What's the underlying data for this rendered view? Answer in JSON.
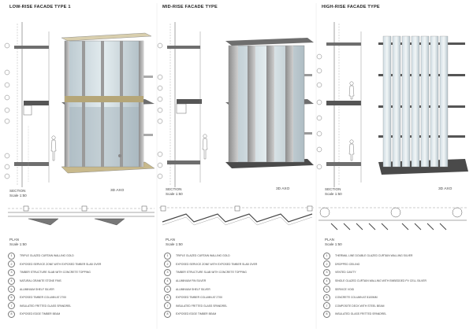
{
  "columns": [
    {
      "title": "LOW-RISE FACADE TYPE 1",
      "section_label": "SECTION",
      "section_scale": "Scale 1:50",
      "axo_label": "3D AXO",
      "plan_label": "PLAN",
      "plan_scale": "Scale 1:50",
      "legend": [
        {
          "n": "1",
          "text": "TRIPLE GLAZED CURTAIN WALLING GOLD"
        },
        {
          "n": "2",
          "text": "EXPOSED SERVICE ZONE WITH EXPOSED TIMBER SLAB OVER"
        },
        {
          "n": "3",
          "text": "TIMBER STRUCTURE SLAB WITH CONCRETE TOPPING"
        },
        {
          "n": "4",
          "text": "NATURAL GRANITE STONE FINS"
        },
        {
          "n": "5",
          "text": "ALUMINIUM SHELF SILVER"
        },
        {
          "n": "6",
          "text": "EXPOSED TIMBER COLUMN AT 2700"
        },
        {
          "n": "7",
          "text": "INSULATED FRITTED GLASS SPANDREL"
        },
        {
          "n": "8",
          "text": "EXPOSED EDGE TIMBER BEAM"
        }
      ]
    },
    {
      "title": "MID-RISE FACADE TYPE",
      "section_label": "SECTION",
      "section_scale": "Scale 1:50",
      "axo_label": "3D AXO",
      "plan_label": "PLAN",
      "plan_scale": "Scale 1:50",
      "legend": [
        {
          "n": "1",
          "text": "TRIPLE GLAZED CURTAIN WALLING GOLD"
        },
        {
          "n": "2",
          "text": "EXPOSED SERVICE ZONE WITH EXPOSED TIMBER SLAB OVER"
        },
        {
          "n": "3",
          "text": "TIMBER STRUCTURE SLAB WITH CONCRETE TOPPING"
        },
        {
          "n": "4",
          "text": "ALUMINIUM FIN SILVER"
        },
        {
          "n": "5",
          "text": "ALUMINIUM SHELF SILVER"
        },
        {
          "n": "6",
          "text": "EXPOSED TIMBER COLUMN AT 2700"
        },
        {
          "n": "7",
          "text": "INSULATED FRITTED GLASS SPANDREL"
        },
        {
          "n": "8",
          "text": "EXPOSED EDGE TIMBER BEAM"
        }
      ]
    },
    {
      "title": "HIGH-RISE FACADE TYPE",
      "section_label": "SECTION",
      "section_scale": "Scale 1:50",
      "axo_label": "3D AXO",
      "plan_label": "PLAN",
      "plan_scale": "Scale 1:50",
      "legend": [
        {
          "n": "1",
          "text": "THERMAL LINE DOUBLE GLAZED CURTAIN WALLING SILVER"
        },
        {
          "n": "2",
          "text": "DROPPED CEILING"
        },
        {
          "n": "3",
          "text": "VENTED CAVITY"
        },
        {
          "n": "4",
          "text": "SINGLE GLAZED CURTAIN WALLING WITH EMBEDDED PV CELL SILVER"
        },
        {
          "n": "5",
          "text": "SERVICE VOID"
        },
        {
          "n": "6",
          "text": "CONCRETE COLUMN AT 8100MM"
        },
        {
          "n": "7",
          "text": "COMPOSITE DECK WITH STEEL BEAM"
        },
        {
          "n": "8",
          "text": "INSULATED GLASS FRITTED SPANDREL"
        }
      ]
    }
  ],
  "section_markers": [
    "1",
    "2",
    "3",
    "4",
    "5",
    "6",
    "7",
    "8"
  ],
  "colors": {
    "line": "#555555",
    "glass": "#c9d6dc",
    "gold": "#c8b98c",
    "frame": "#7a7a7a",
    "slab": "#4a4a4a"
  }
}
